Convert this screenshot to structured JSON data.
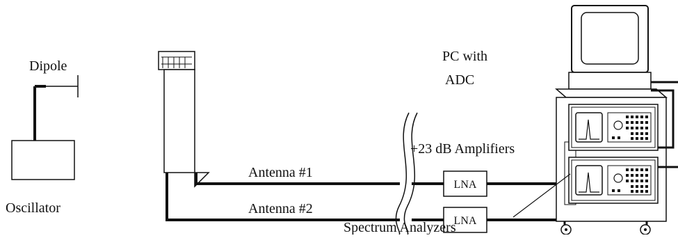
{
  "labels": {
    "dipole": "Dipole",
    "oscillator": "Oscillator",
    "pc_line1": "PC with",
    "pc_line2": "ADC",
    "amplifiers": "+23 dB Amplifiers",
    "antenna1": "Antenna #1",
    "antenna2": "Antenna #2",
    "lna1": "LNA",
    "lna2": "LNA",
    "spectrum_analyzers": "Spectrum Analyzers"
  },
  "colors": {
    "ink": "#111111",
    "background": "#ffffff"
  }
}
